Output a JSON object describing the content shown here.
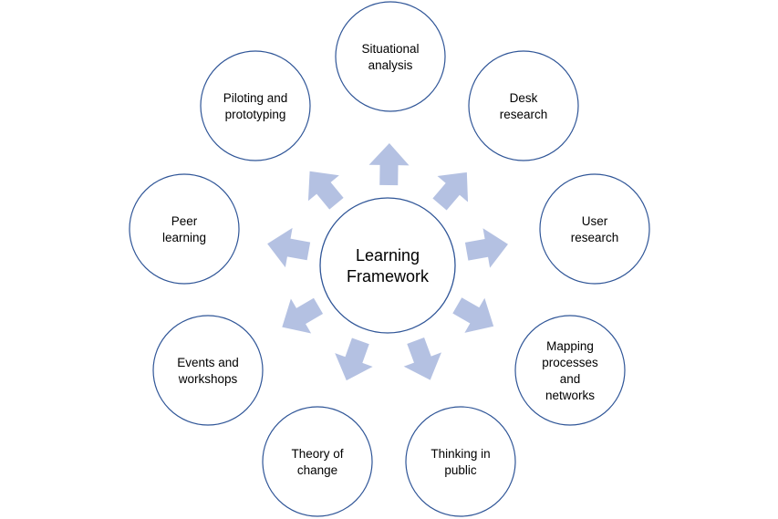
{
  "diagram": {
    "colors": {
      "node_stroke": "#2f5597",
      "arrow_fill": "#b4c1e2",
      "background": "#ffffff"
    },
    "center": {
      "lines": [
        "Learning",
        "Framework"
      ]
    },
    "nodes": [
      {
        "id": "situational-analysis",
        "lines": [
          "Situational",
          "analysis"
        ]
      },
      {
        "id": "desk-research",
        "lines": [
          "Desk",
          "research"
        ]
      },
      {
        "id": "user-research",
        "lines": [
          "User",
          "research"
        ]
      },
      {
        "id": "mapping-processes-networks",
        "lines": [
          "Mapping",
          "processes",
          "and",
          "networks"
        ]
      },
      {
        "id": "thinking-in-public",
        "lines": [
          "Thinking in",
          "public"
        ]
      },
      {
        "id": "theory-of-change",
        "lines": [
          "Theory of",
          "change"
        ]
      },
      {
        "id": "events-workshops",
        "lines": [
          "Events and",
          "workshops"
        ]
      },
      {
        "id": "peer-learning",
        "lines": [
          "Peer",
          "learning"
        ]
      },
      {
        "id": "piloting-prototyping",
        "lines": [
          "Piloting and",
          "prototyping"
        ]
      }
    ]
  }
}
